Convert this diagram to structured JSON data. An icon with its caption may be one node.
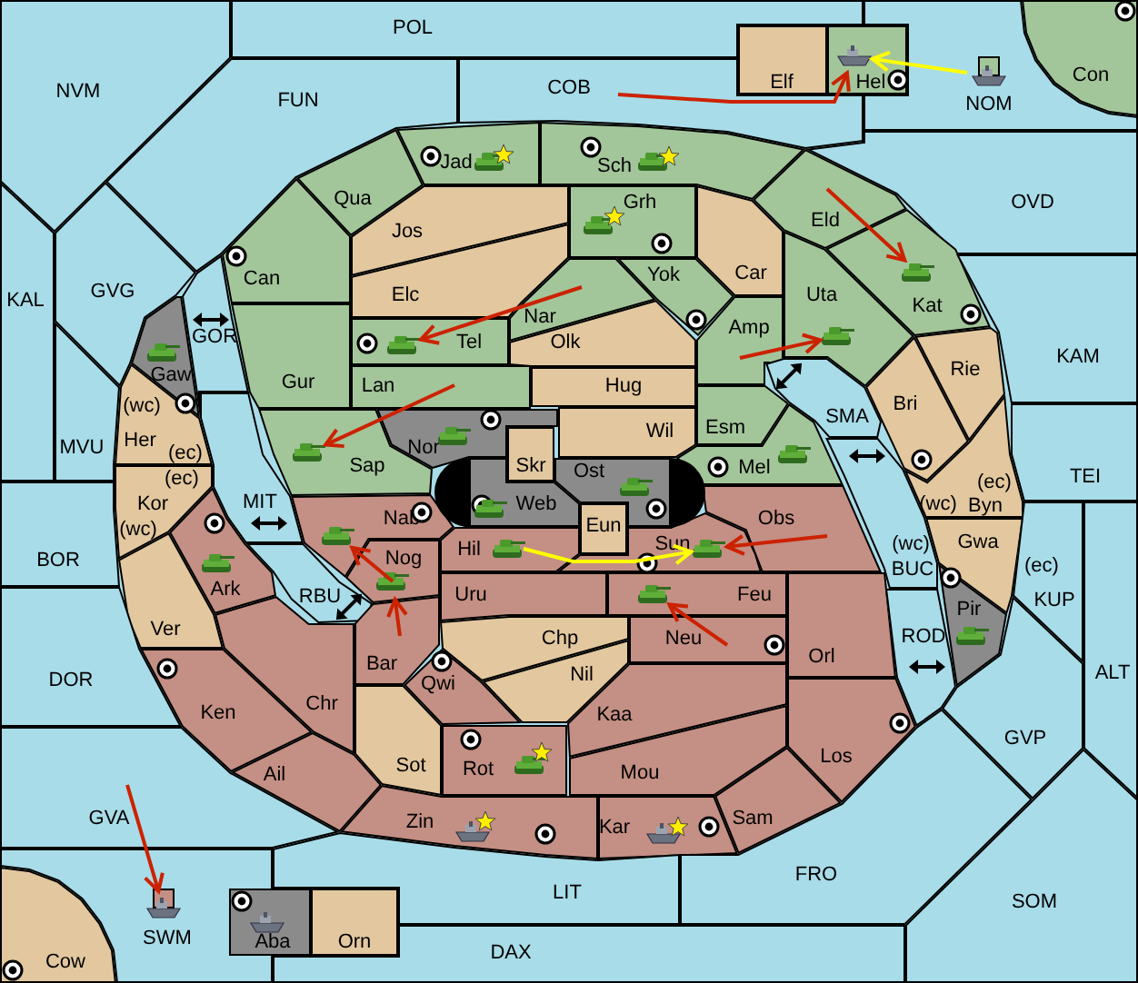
{
  "diagram": {
    "nodes": [
      {
        "text": [
          "POL"
        ]
      },
      {
        "text": [
          "Elf"
        ]
      },
      {
        "text": [
          "Hel"
        ]
      },
      {
        "text": [
          "Con"
        ]
      },
      {
        "text": [
          "NVM"
        ]
      },
      {
        "text": [
          "FUN"
        ]
      },
      {
        "text": [
          "COB"
        ]
      },
      {
        "text": [
          "NOM"
        ]
      },
      {
        "text": [
          "Jad"
        ]
      },
      {
        "text": [
          "Sch"
        ]
      },
      {
        "text": [
          "Qua"
        ]
      },
      {
        "text": [
          "Grh"
        ]
      },
      {
        "text": [
          "Jos"
        ]
      },
      {
        "text": [
          "OVD"
        ]
      },
      {
        "text": [
          "Eld"
        ]
      },
      {
        "text": [
          "Car"
        ]
      },
      {
        "text": [
          "Can"
        ]
      },
      {
        "text": [
          "Elc"
        ]
      },
      {
        "text": [
          "Nar"
        ]
      },
      {
        "text": [
          "Yok"
        ]
      },
      {
        "text": [
          "Kat"
        ]
      },
      {
        "text": [
          "GVG"
        ]
      },
      {
        "text": [
          "KAL"
        ]
      },
      {
        "text": [
          "GOR"
        ]
      },
      {
        "text": [
          "Gaw"
        ]
      },
      {
        "text": [
          "Tel"
        ]
      },
      {
        "text": [
          "Olk"
        ]
      },
      {
        "text": [
          "Amp"
        ]
      },
      {
        "text": [
          "Uta"
        ]
      },
      {
        "text": [
          "Rie"
        ]
      },
      {
        "text": [
          "KAM"
        ]
      },
      {
        "text": [
          "Gur"
        ]
      },
      {
        "text": [
          "Lan"
        ]
      },
      {
        "text": [
          "Hug"
        ]
      },
      {
        "text": [
          "Esm"
        ]
      },
      {
        "text": [
          "SMA"
        ]
      },
      {
        "text": [
          "Bri"
        ]
      },
      {
        "text": [
          "Sap"
        ]
      },
      {
        "text": [
          "Nor"
        ]
      },
      {
        "text": [
          "Skr"
        ]
      },
      {
        "text": [
          "Wil"
        ]
      },
      {
        "text": [
          "Mel"
        ]
      },
      {
        "text": [
          "MVU"
        ]
      },
      {
        "text": [
          "Her"
        ]
      },
      {
        "text": [
          "TEI"
        ]
      },
      {
        "text": [
          "Ost"
        ]
      },
      {
        "text": [
          "Web"
        ]
      },
      {
        "text": [
          "MIT"
        ]
      },
      {
        "text": [
          "Kor"
        ]
      },
      {
        "text": [
          "Nab"
        ]
      },
      {
        "text": [
          "Obs"
        ]
      },
      {
        "text": [
          "Byn"
        ]
      },
      {
        "text": [
          "BOR"
        ]
      },
      {
        "text": [
          "Ark"
        ]
      },
      {
        "text": [
          "Hil"
        ]
      },
      {
        "text": [
          "Eun"
        ]
      },
      {
        "text": [
          "Sun"
        ]
      },
      {
        "text": [
          "Nog"
        ]
      },
      {
        "text": [
          "BUC"
        ]
      },
      {
        "text": [
          "Gwa"
        ]
      },
      {
        "text": [
          "KUP"
        ]
      },
      {
        "text": [
          "Uru"
        ]
      },
      {
        "text": [
          "Feu"
        ]
      },
      {
        "text": [
          "Pir"
        ]
      },
      {
        "text": [
          "RBU"
        ]
      },
      {
        "text": [
          "Ver"
        ]
      },
      {
        "text": [
          "Bar"
        ]
      },
      {
        "text": [
          "Chp"
        ]
      },
      {
        "text": [
          "Neu"
        ]
      },
      {
        "text": [
          "Orl"
        ]
      },
      {
        "text": [
          "ROD"
        ]
      },
      {
        "text": [
          "ALT"
        ]
      },
      {
        "text": [
          "DOR"
        ]
      },
      {
        "text": [
          "Qwi"
        ]
      },
      {
        "text": [
          "Nil"
        ]
      },
      {
        "text": [
          "Ken"
        ]
      },
      {
        "text": [
          "Kaa"
        ]
      },
      {
        "text": [
          "GVP"
        ]
      },
      {
        "text": [
          "Chr"
        ]
      },
      {
        "text": [
          "Los"
        ]
      },
      {
        "text": [
          "Sot"
        ]
      },
      {
        "text": [
          "Rot"
        ]
      },
      {
        "text": [
          "Mou"
        ]
      },
      {
        "text": [
          "Ail"
        ]
      },
      {
        "text": [
          "Zin"
        ]
      },
      {
        "text": [
          "GVA"
        ]
      },
      {
        "text": [
          "Kar"
        ]
      },
      {
        "text": [
          "Sam"
        ]
      },
      {
        "text": [
          "FRO"
        ]
      },
      {
        "text": [
          "LIT"
        ]
      },
      {
        "text": [
          "SWM"
        ]
      },
      {
        "text": [
          "Aba"
        ]
      },
      {
        "text": [
          "Orn"
        ]
      },
      {
        "text": [
          "SOM"
        ]
      },
      {
        "text": [
          "DAX"
        ]
      },
      {
        "text": [
          "Cow"
        ]
      }
    ],
    "edges": [
      {
        "from": 6,
        "to": 2,
        "arrow": "to"
      },
      {
        "from": 7,
        "to": 2,
        "arrow": "to",
        "color": "#ffff00"
      },
      {
        "from": 18,
        "to": 25,
        "arrow": "to"
      },
      {
        "from": 32,
        "to": 37,
        "arrow": "to"
      },
      {
        "from": 14,
        "to": 20,
        "arrow": "to"
      },
      {
        "from": 27,
        "to": 28,
        "arrow": "to"
      },
      {
        "from": 50,
        "to": 56,
        "arrow": "to"
      },
      {
        "from": 54,
        "to": 56,
        "arrow": "to",
        "color": "#ffff00"
      },
      {
        "from": 57,
        "to": 49,
        "arrow": "to"
      },
      {
        "from": 66,
        "to": 57,
        "arrow": "to"
      },
      {
        "from": 68,
        "to": 62,
        "arrow": "to"
      },
      {
        "from": 85,
        "to": 90,
        "arrow": "to"
      }
    ],
    "labels": [
      "(wc)",
      "(ec)",
      "(ec)",
      "(ec)",
      "(wc)",
      "(wc)",
      "(wc)",
      "(ec)"
    ]
  }
}
